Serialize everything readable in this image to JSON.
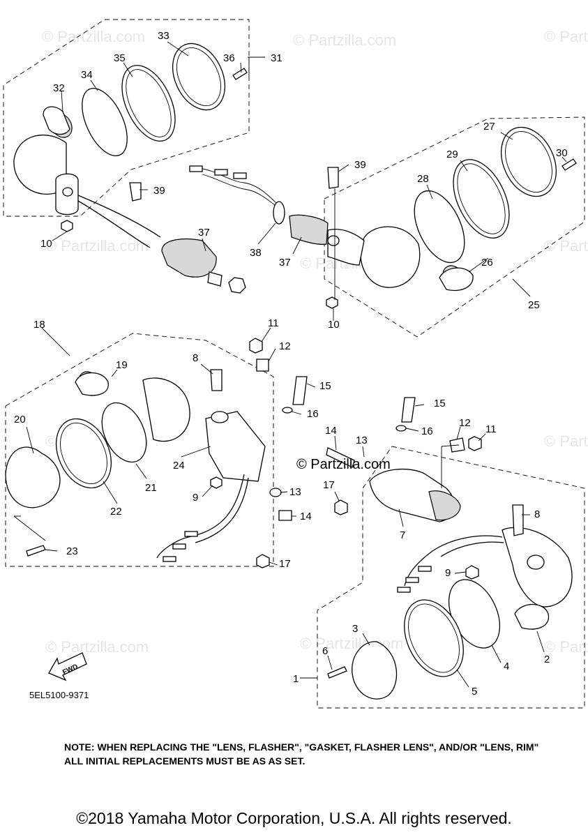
{
  "watermark": "© Partzilla.com",
  "diagram": {
    "callouts": [
      "1",
      "2",
      "3",
      "4",
      "5",
      "6",
      "7",
      "8",
      "9",
      "10",
      "11",
      "12",
      "13",
      "14",
      "15",
      "16",
      "17",
      "18",
      "19",
      "20",
      "21",
      "22",
      "23",
      "24",
      "25",
      "26",
      "27",
      "28",
      "29",
      "30",
      "31",
      "32",
      "33",
      "34",
      "35",
      "36",
      "37",
      "38",
      "39"
    ],
    "fwd_label": "FWD",
    "diagram_code": "5EL5100-9371"
  },
  "note": "NOTE: WHEN REPLACING THE  \"LENS, FLASHER\", \"GASKET, FLASHER LENS\", AND/OR \"LENS, RIM\" ALL INITIAL REPLACEMENTS MUST BE AS AS SET.",
  "copyright": "©2018 Yamaha Motor Corporation, U.S.A. All rights reserved."
}
